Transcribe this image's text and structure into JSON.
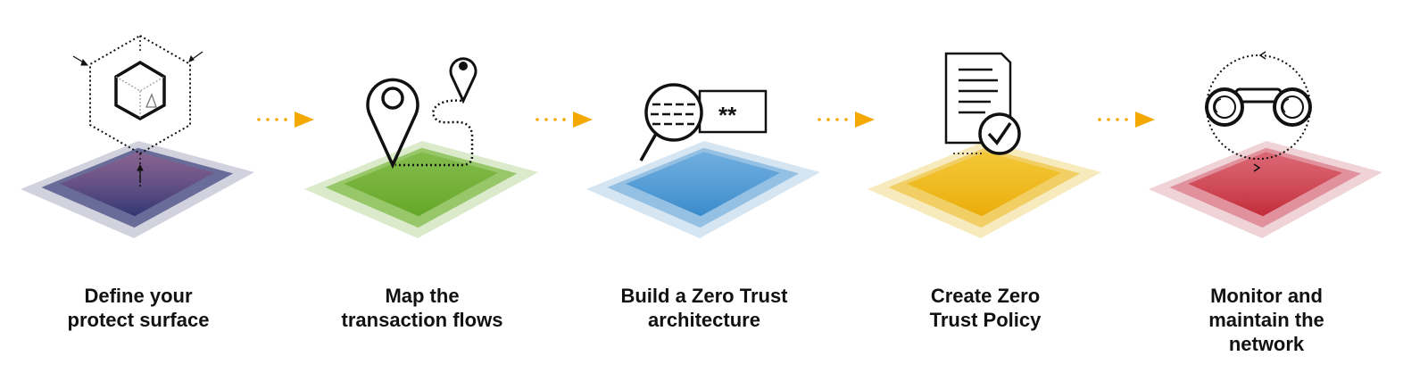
{
  "steps": [
    {
      "lines": [
        "Define your",
        "protect surface"
      ],
      "icon": "hexagon-cube-icon",
      "colors": {
        "outer": "#c9cad8",
        "mid": "#5d6190",
        "top": "#9b5f8c",
        "bottom": "#2b3170"
      }
    },
    {
      "lines": [
        "Map the",
        "transaction flows"
      ],
      "icon": "map-pin-route-icon",
      "colors": {
        "outer": "#d4e6c2",
        "mid": "#8fc35e",
        "top": "#78b43a",
        "bottom": "#5fa420"
      }
    },
    {
      "lines": [
        "Build a Zero Trust",
        "architecture"
      ],
      "icon": "magnifier-password-icon",
      "colors": {
        "outer": "#cfe0f0",
        "mid": "#8dbbe2",
        "top": "#5aa3dc",
        "bottom": "#2f84c8"
      }
    },
    {
      "lines": [
        "Create Zero",
        "Trust Policy"
      ],
      "icon": "document-check-icon",
      "colors": {
        "outer": "#f6e6b0",
        "mid": "#f1cc5a",
        "top": "#f3c21c",
        "bottom": "#eaa800"
      }
    },
    {
      "lines": [
        "Monitor and",
        "maintain the",
        "network"
      ],
      "icon": "binoculars-cycle-icon",
      "colors": {
        "outer": "#eccbd0",
        "mid": "#de8a96",
        "top": "#d8505e",
        "bottom": "#c0202e"
      }
    }
  ],
  "arrow_color": "#f5a800",
  "password_mask": "**"
}
